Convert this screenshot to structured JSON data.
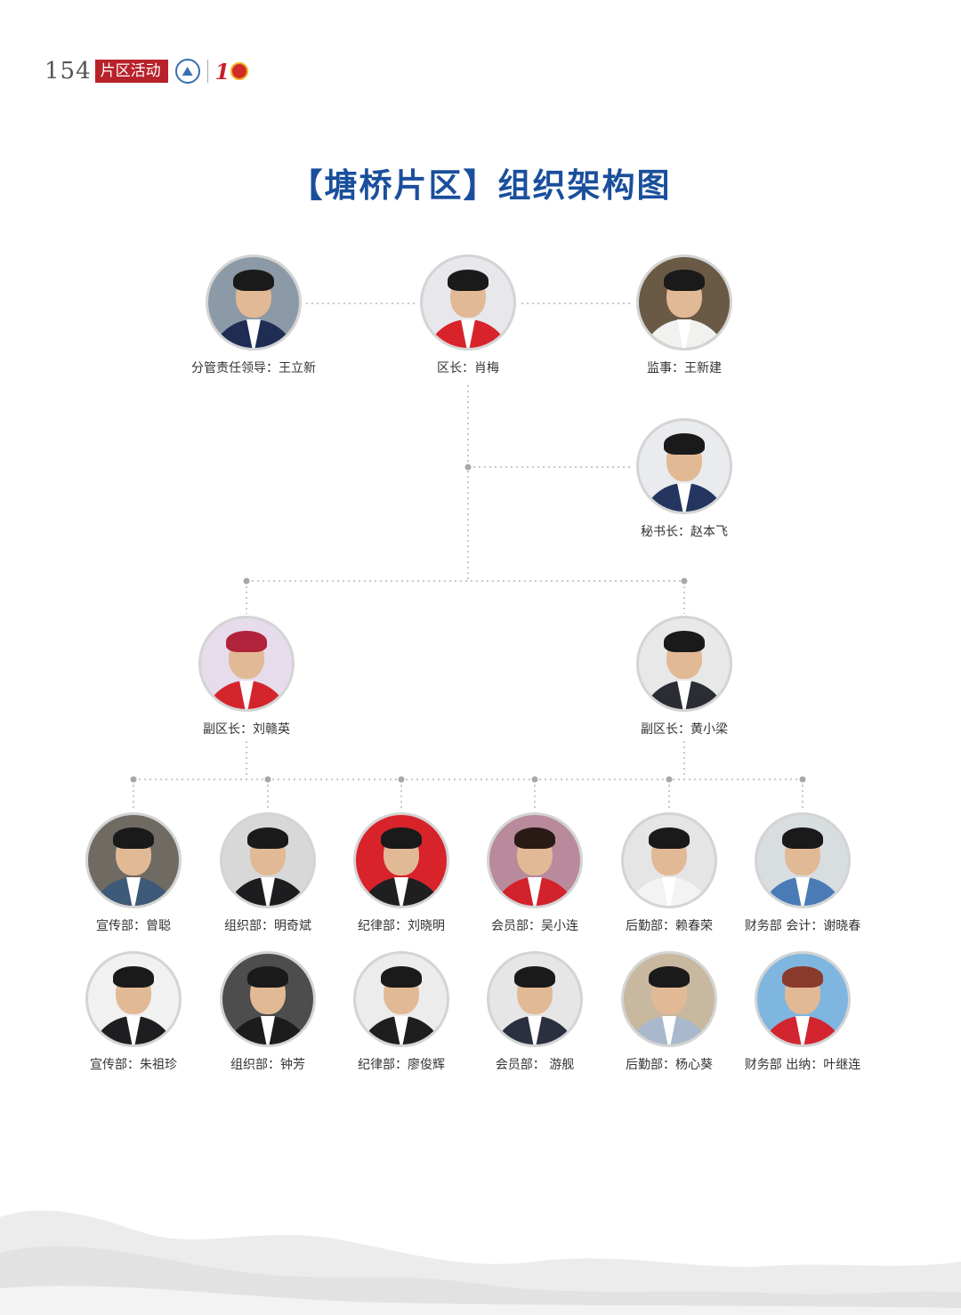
{
  "header": {
    "page_number": "154",
    "section": "片区活动"
  },
  "title": "【塘桥片区】组织架构图",
  "top_row": [
    {
      "label": "分管责任领导：王立新",
      "bg": "#8c9aa8",
      "suit": "#1f2d54",
      "hair": "#1a1a1a"
    },
    {
      "label": "区长：肖梅",
      "bg": "#e8e8ec",
      "suit": "#d9232b",
      "hair": "#1a1a1a"
    },
    {
      "label": "监事：王新建",
      "bg": "#6a5a45",
      "suit": "#f1f1ef",
      "hair": "#1a1a1a"
    }
  ],
  "secretary": {
    "label": "秘书长：赵本飞",
    "bg": "#e9ebee",
    "suit": "#243660",
    "hair": "#1a1a1a"
  },
  "deputies": [
    {
      "label": "副区长：刘赣英",
      "bg": "#e6dcec",
      "suit": "#d4252d",
      "hair": "#b0233a"
    },
    {
      "label": "副区长：黄小梁",
      "bg": "#e8e8e8",
      "suit": "#2a2d33",
      "hair": "#1a1a1a"
    }
  ],
  "departments_row1": [
    {
      "label": "宣传部：曾聪",
      "bg": "#6f6a62",
      "suit": "#3f5a78",
      "hair": "#1a1a1a"
    },
    {
      "label": "组织部：明奇斌",
      "bg": "#d8d8d8",
      "suit": "#1d1d1f",
      "hair": "#1a1a1a"
    },
    {
      "label": "纪律部：刘晓明",
      "bg": "#d8232b",
      "suit": "#1f1f22",
      "hair": "#1a1a1a"
    },
    {
      "label": "会员部：吴小连",
      "bg": "#b98a9c",
      "suit": "#d2222b",
      "hair": "#2a1a15"
    },
    {
      "label": "后勤部：赖春荣",
      "bg": "#e5e5e5",
      "suit": "#f3f3f3",
      "hair": "#1a1a1a"
    },
    {
      "label": "财务部 会计：谢晓春",
      "bg": "#d8dde0",
      "suit": "#4a7bb5",
      "hair": "#1a1a1a"
    }
  ],
  "departments_row2": [
    {
      "label": "宣传部：朱祖珍",
      "bg": "#f1f1f1",
      "suit": "#1e1e20",
      "hair": "#1a1a1a"
    },
    {
      "label": "组织部：钟芳",
      "bg": "#4d4d4d",
      "suit": "#1c1c1c",
      "hair": "#1a1a1a"
    },
    {
      "label": "纪律部：廖俊辉",
      "bg": "#ececec",
      "suit": "#1e1e20",
      "hair": "#1a1a1a"
    },
    {
      "label": "会员部：  游舰",
      "bg": "#e6e6e6",
      "suit": "#2a3040",
      "hair": "#1a1a1a"
    },
    {
      "label": "后勤部：杨心葵",
      "bg": "#c9b8a0",
      "suit": "#a9b8cc",
      "hair": "#1a1a1a"
    },
    {
      "label": "财务部 出纳：叶继连",
      "bg": "#7fb6e0",
      "suit": "#d32530",
      "hair": "#8a3a2a"
    }
  ]
}
